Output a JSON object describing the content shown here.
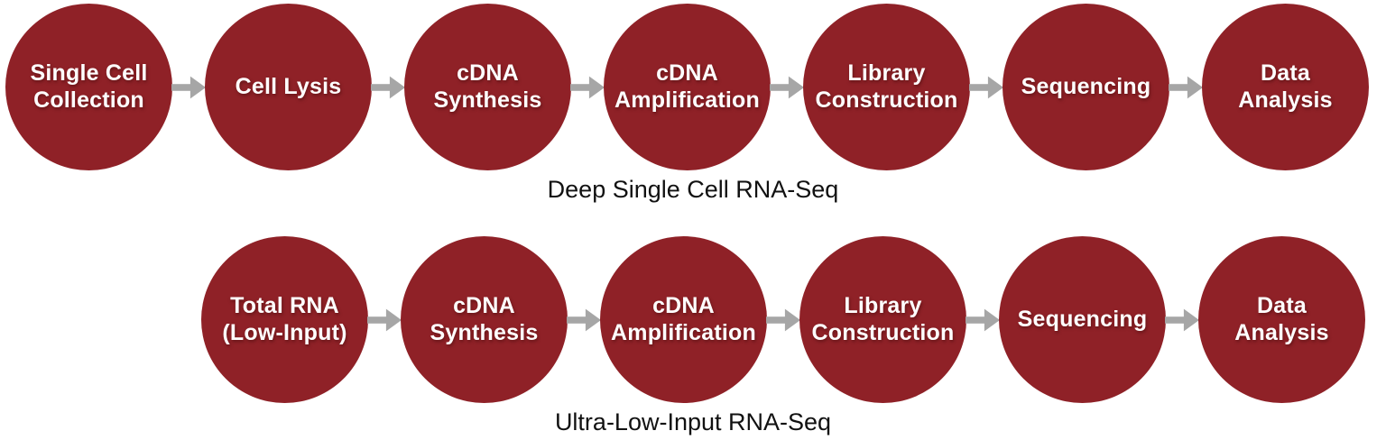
{
  "colors": {
    "circle_fill": "#8F2127",
    "circle_text": "#FFFFFF",
    "arrow": "#A6A6A6",
    "caption_text": "#111111",
    "background": "#FFFFFF"
  },
  "workflows": [
    {
      "name": "deep-single-cell-rna-seq",
      "label": "Deep Single Cell RNA-Seq",
      "steps": [
        {
          "lines": [
            "Single Cell",
            "Collection"
          ]
        },
        {
          "lines": [
            "Cell Lysis"
          ]
        },
        {
          "lines": [
            "cDNA",
            "Synthesis"
          ]
        },
        {
          "lines": [
            "cDNA",
            "Amplification"
          ]
        },
        {
          "lines": [
            "Library",
            "Construction"
          ]
        },
        {
          "lines": [
            "Sequencing"
          ]
        },
        {
          "lines": [
            "Data",
            "Analysis"
          ]
        }
      ]
    },
    {
      "name": "ultra-low-input-rna-seq",
      "label": "Ultra-Low-Input RNA-Seq",
      "steps": [
        {
          "lines": [
            "Total RNA",
            "(Low-Input)"
          ]
        },
        {
          "lines": [
            "cDNA",
            "Synthesis"
          ]
        },
        {
          "lines": [
            "cDNA",
            "Amplification"
          ]
        },
        {
          "lines": [
            "Library",
            "Construction"
          ]
        },
        {
          "lines": [
            "Sequencing"
          ]
        },
        {
          "lines": [
            "Data",
            "Analysis"
          ]
        }
      ]
    }
  ]
}
